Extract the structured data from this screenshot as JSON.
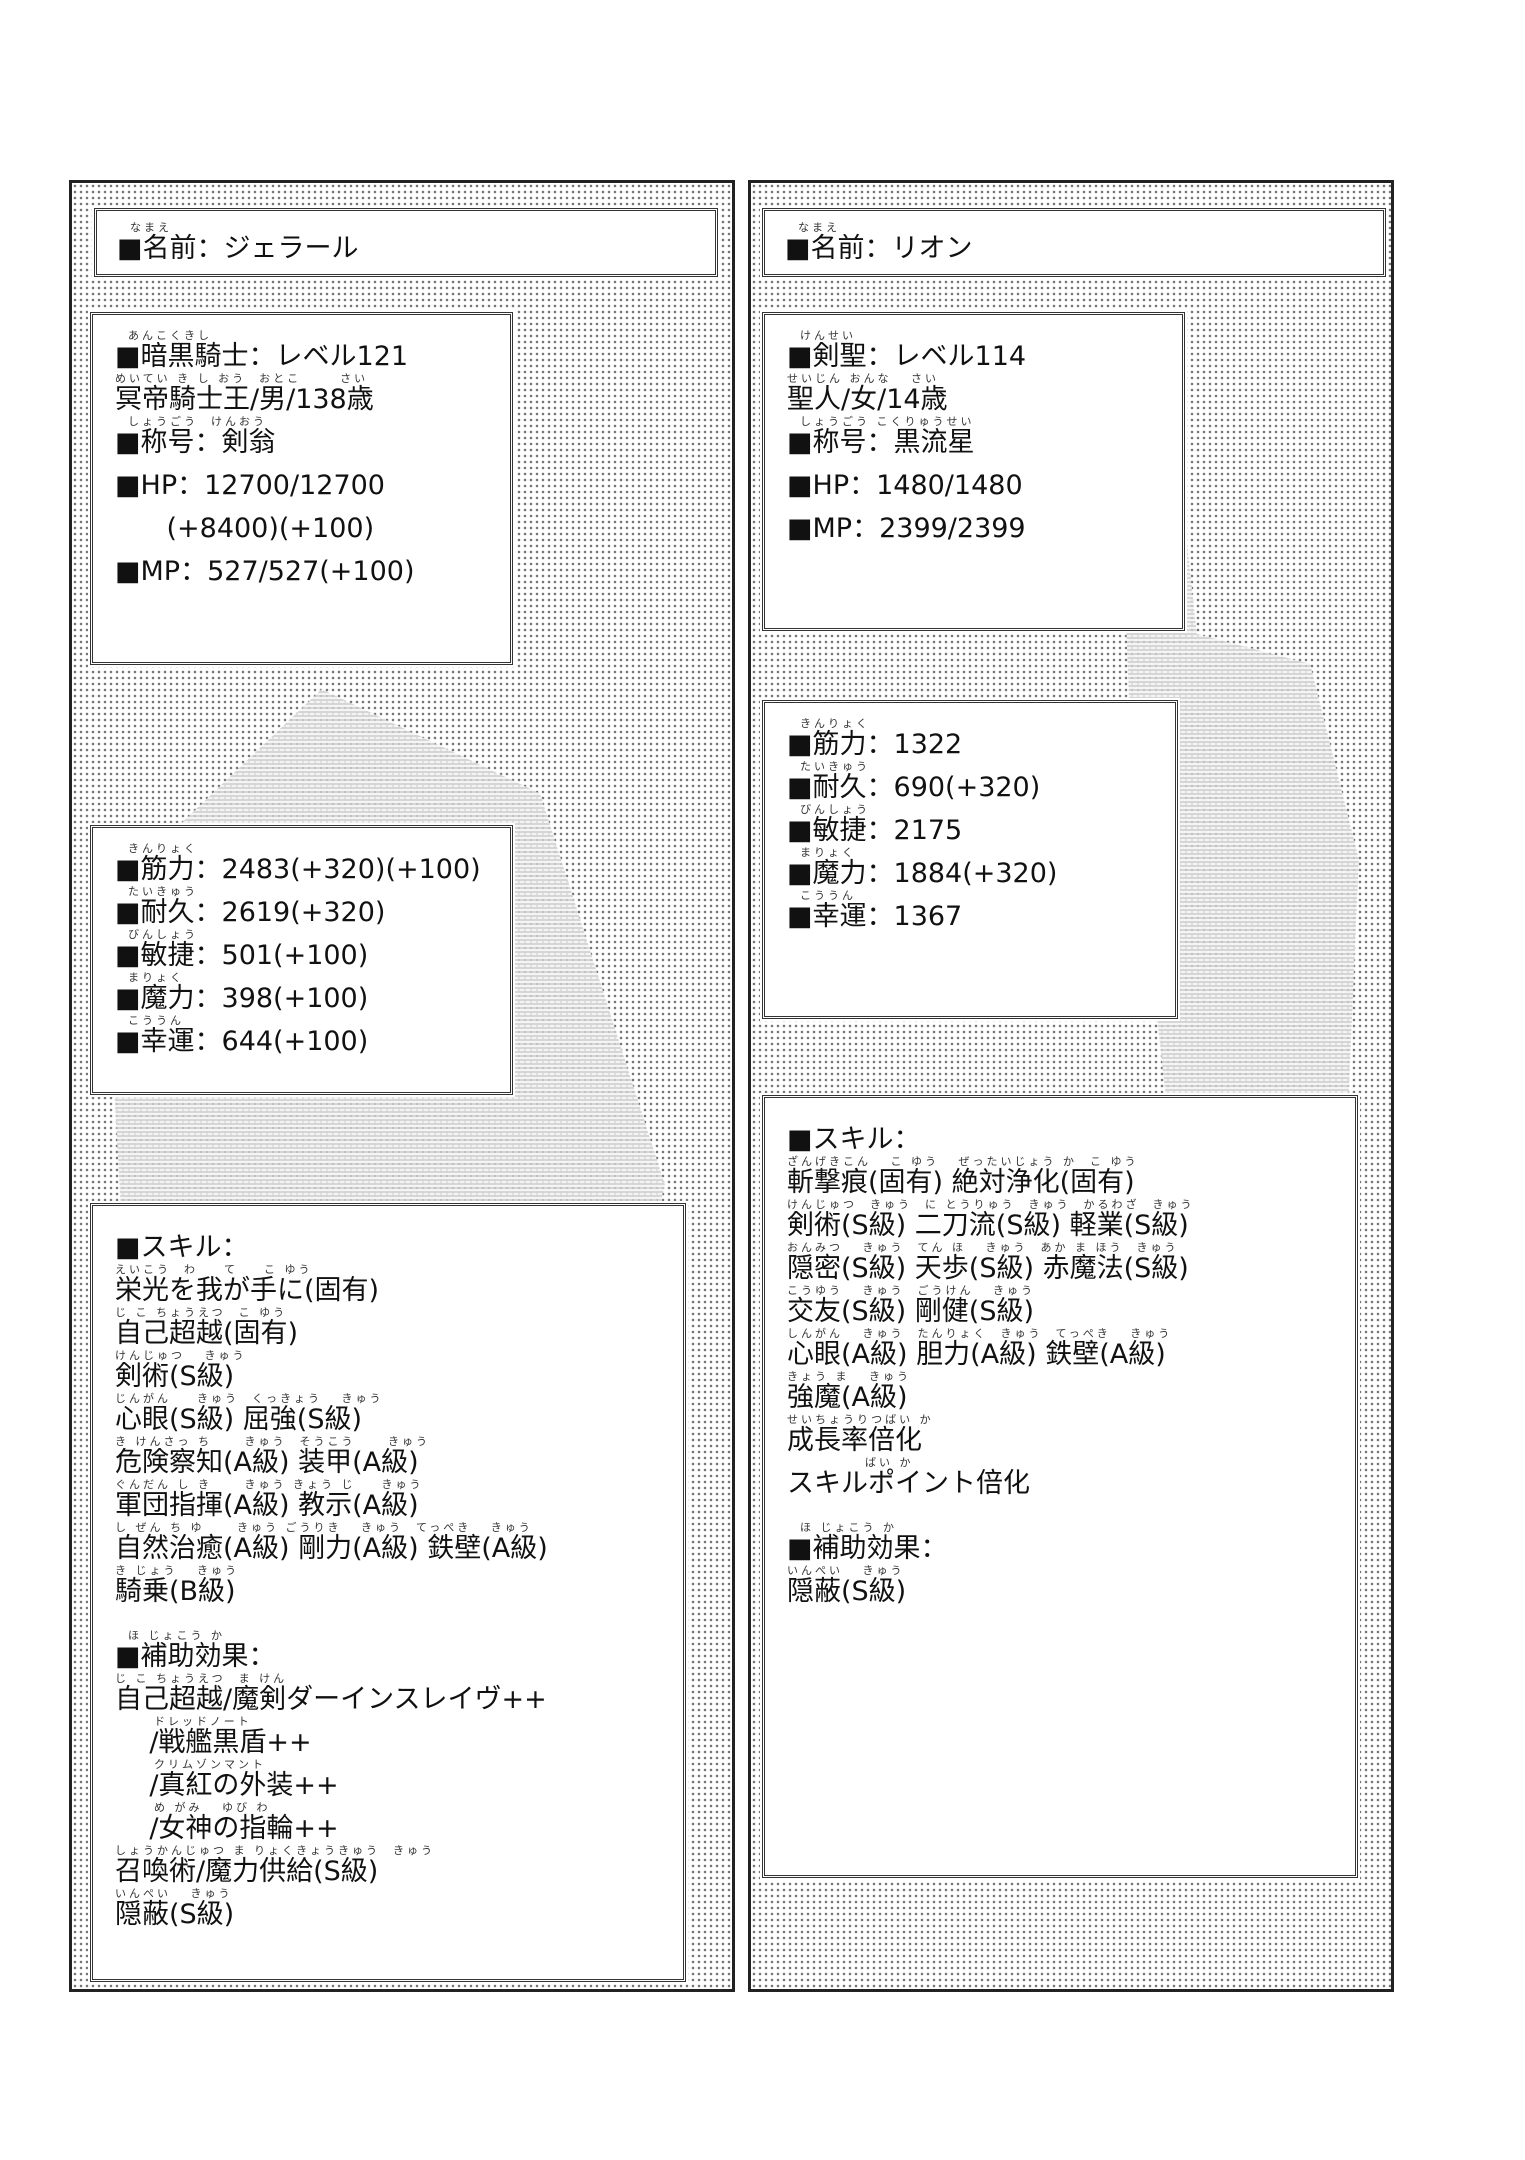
{
  "left": {
    "name": {
      "ruby": "  なまえ",
      "text": "■名前：ジェラール"
    },
    "status": [
      {
        "ruby": "  あんこくきし",
        "text": "■暗黒騎士：レベル121"
      },
      {
        "ruby": "めいてい き し おう  おとこ      さい",
        "text": "冥帝騎士王/男/138歳"
      },
      {
        "ruby": "  しょうごう  けんおう",
        "text": "■称号：剣翁"
      },
      {
        "ruby": "",
        "text": "■HP：12700/12700"
      },
      {
        "ruby": "",
        "text": "      (+8400)(+100)"
      },
      {
        "ruby": "",
        "text": "■MP：527/527(+100)"
      }
    ],
    "attributes": [
      {
        "ruby": "  きんりょく",
        "text": "■筋力：2483(+320)(+100)"
      },
      {
        "ruby": "  たいきゅう",
        "text": "■耐久：2619(+320)"
      },
      {
        "ruby": "  びんしょう",
        "text": "■敏捷：501(+100)"
      },
      {
        "ruby": "  まりょく",
        "text": "■魔力：398(+100)"
      },
      {
        "ruby": "  こううん",
        "text": "■幸運：644(+100)"
      }
    ],
    "skills": [
      {
        "ruby": "",
        "text": "■スキル："
      },
      {
        "ruby": "えいこう  わ    て    こ ゆう",
        "text": "栄光を我が手に(固有)"
      },
      {
        "ruby": "じ こ ちょうえつ  こ ゆう",
        "text": "自己超越(固有)"
      },
      {
        "ruby": "けんじゅつ   きゅう",
        "text": "剣術(S級)"
      },
      {
        "ruby": "じんがん    きゅう  くっきょう   きゅう",
        "text": "心眼(S級) 屈強(S級)"
      },
      {
        "ruby": "き けんさっ ち     きゅう  そうこう     きゅう",
        "text": "危険察知(A級) 装甲(A級)"
      },
      {
        "ruby": "ぐんだん し き     きゅう きょう じ    きゅう",
        "text": "軍団指揮(A級) 教示(A級)"
      },
      {
        "ruby": "し ぜん ち ゆ     きゅう ごうりき   きゅう  てっぺき   きゅう",
        "text": "自然治癒(A級) 剛力(A級) 鉄壁(A級)"
      },
      {
        "ruby": "き じょう   きゅう",
        "text": "騎乗(B級)"
      }
    ],
    "support_effects": [
      {
        "ruby": "  ほ じょこう か",
        "text": "■補助効果："
      },
      {
        "ruby": "じ こ ちょうえつ  ま けん",
        "text": "自己超越/魔剣ダーインスレイヴ++"
      },
      {
        "ruby": "      ドレッドノート",
        "text": "    /戦艦黒盾++"
      },
      {
        "ruby": "      クリムゾンマント",
        "text": "    /真紅の外装++"
      },
      {
        "ruby": "      め がみ   ゆび わ",
        "text": "    /女神の指輪++"
      },
      {
        "ruby": "しょうかんじゅつ ま りょくきょうきゅう  きゅう",
        "text": "召喚術/魔力供給(S級)"
      },
      {
        "ruby": "いんぺい   きゅう",
        "text": "隠蔽(S級)"
      }
    ]
  },
  "right": {
    "name": {
      "ruby": "  なまえ",
      "text": "■名前：リオン"
    },
    "status": [
      {
        "ruby": "  けんせい",
        "text": "■剣聖：レベル114"
      },
      {
        "ruby": "せいじん おんな   さい",
        "text": "聖人/女/14歳"
      },
      {
        "ruby": "  しょうごう こくりゅうせい",
        "text": "■称号：黒流星"
      },
      {
        "ruby": "",
        "text": "■HP：1480/1480"
      },
      {
        "ruby": "",
        "text": "■MP：2399/2399"
      }
    ],
    "attributes": [
      {
        "ruby": "  きんりょく",
        "text": "■筋力：1322"
      },
      {
        "ruby": "  たいきゅう",
        "text": "■耐久：690(+320)"
      },
      {
        "ruby": "  びんしょう",
        "text": "■敏捷：2175"
      },
      {
        "ruby": "  まりょく",
        "text": "■魔力：1884(+320)"
      },
      {
        "ruby": "  こううん",
        "text": "■幸運：1367"
      }
    ],
    "skills": [
      {
        "ruby": "",
        "text": "■スキル："
      },
      {
        "ruby": "ざんげきこん   こ ゆう   ぜったいじょう か  こ ゆう",
        "text": "斬撃痕(固有) 絶対浄化(固有)"
      },
      {
        "ruby": "けんじゅつ  きゅう  に とうりゅう  きゅう  かるわざ  きゅう",
        "text": "剣術(S級) 二刀流(S級) 軽業(S級)"
      },
      {
        "ruby": "おんみつ   きゅう  てん ほ   きゅう  あか ま ほう  きゅう",
        "text": "隠密(S級) 天歩(S級) 赤魔法(S級)"
      },
      {
        "ruby": "こうゆう   きゅう  ごうけん   きゅう",
        "text": "交友(S級) 剛健(S級)"
      },
      {
        "ruby": "しんがん   きゅう  たんりょく  きゅう  てっぺき   きゅう",
        "text": "心眼(A級) 胆力(A級) 鉄壁(A級)"
      },
      {
        "ruby": "きょう ま   きゅう",
        "text": "強魔(A級)"
      },
      {
        "ruby": "せいちょうりつばい か",
        "text": "成長率倍化"
      },
      {
        "ruby": "            ばい か",
        "text": "スキルポイント倍化"
      }
    ],
    "support_effects": [
      {
        "ruby": "  ほ じょこう か",
        "text": "■補助効果："
      },
      {
        "ruby": "いんぺい   きゅう",
        "text": "隠蔽(S級)"
      }
    ]
  }
}
